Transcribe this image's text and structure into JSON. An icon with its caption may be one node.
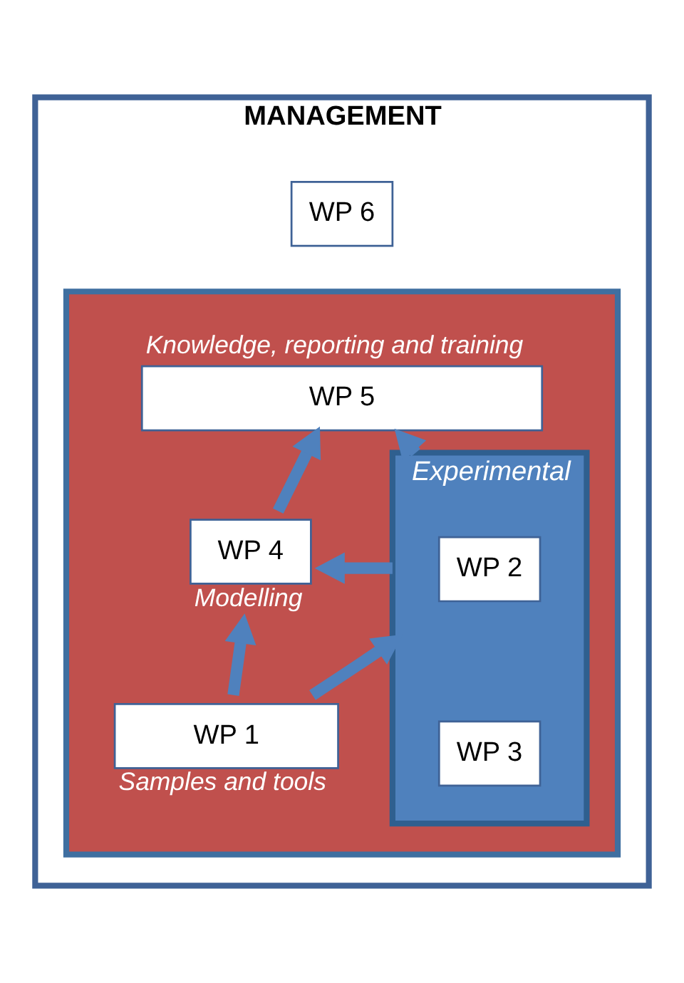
{
  "diagram": {
    "nodes": [
      {
        "text": [
          "MANAGEMENT"
        ]
      },
      {
        "text": [
          "WP 6"
        ],
        "in": 0
      },
      {
        "text": [],
        "shape": "box",
        "in": 0
      },
      {
        "text": [
          "WP 5"
        ],
        "in": 2,
        "beside": [
          "Knowledge, reporting and training"
        ]
      },
      {
        "text": [
          "Experimental"
        ],
        "in": 2
      },
      {
        "text": [
          "WP 2"
        ],
        "in": 4
      },
      {
        "text": [
          "WP 3"
        ],
        "in": 4
      },
      {
        "text": [
          "WP 4"
        ],
        "in": 2,
        "beside": [
          "Modelling"
        ]
      },
      {
        "text": [
          "WP 1"
        ],
        "in": 2,
        "beside": [
          "Samples and tools"
        ]
      }
    ],
    "edges": [
      {
        "from": 4,
        "to": 3,
        "arrow": "to"
      },
      {
        "from": 4,
        "to": 7,
        "arrow": "to"
      },
      {
        "from": 8,
        "to": 4,
        "arrow": "to"
      },
      {
        "from": 8,
        "to": 7,
        "arrow": "to"
      },
      {
        "from": 7,
        "to": 3,
        "arrow": "to"
      }
    ]
  }
}
